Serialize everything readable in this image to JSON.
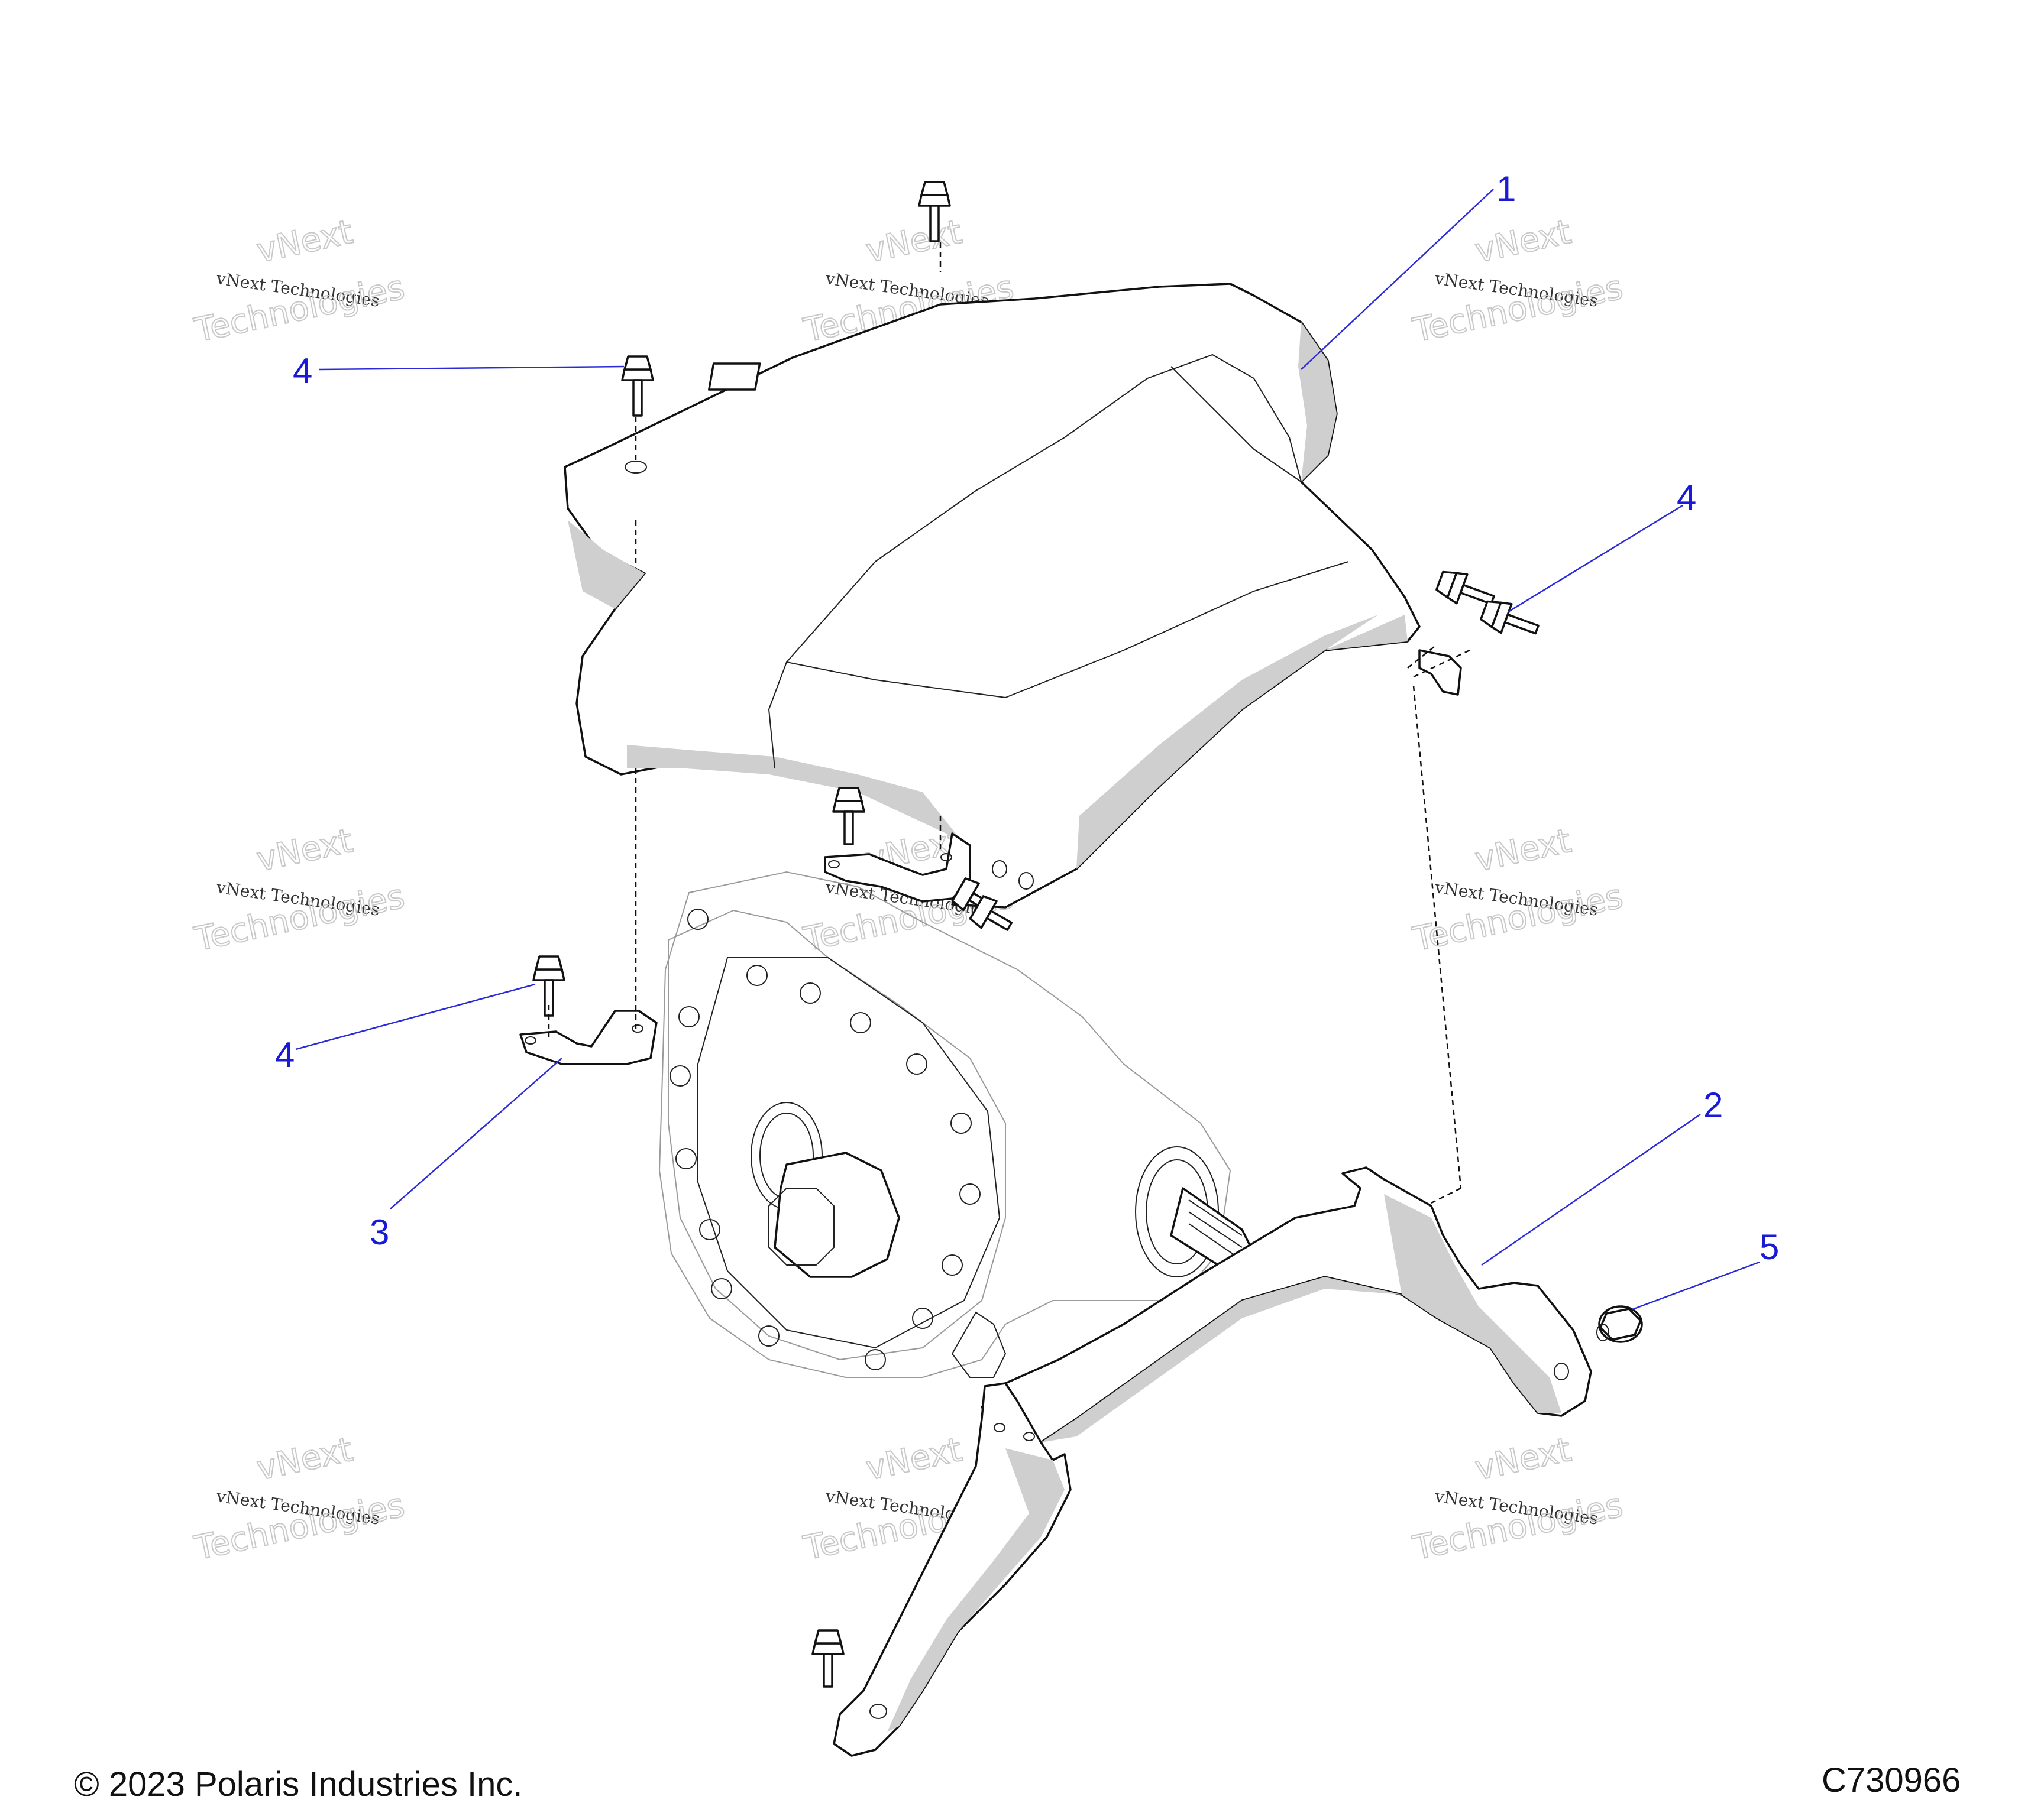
{
  "callouts": [
    {
      "id": "c1",
      "label": "1",
      "part": "upper-cover"
    },
    {
      "id": "c2",
      "label": "2",
      "part": "mounting-bracket"
    },
    {
      "id": "c3",
      "label": "3",
      "part": "small-bracket"
    },
    {
      "id": "c4a",
      "label": "4",
      "part": "bolt"
    },
    {
      "id": "c4b",
      "label": "4",
      "part": "bolt"
    },
    {
      "id": "c4c",
      "label": "4",
      "part": "bolt"
    },
    {
      "id": "c5",
      "label": "5",
      "part": "flange-nut"
    }
  ],
  "watermark": {
    "line1": "vNext Technologies",
    "line2": "vNext",
    "line3": "Technologies"
  },
  "footer": {
    "copyright": "© 2023 Polaris Industries Inc.",
    "drawing_id": "C730966"
  },
  "colors": {
    "callout": "#1a1ad6",
    "line": "#111111",
    "shade": "#cfcfcf"
  }
}
